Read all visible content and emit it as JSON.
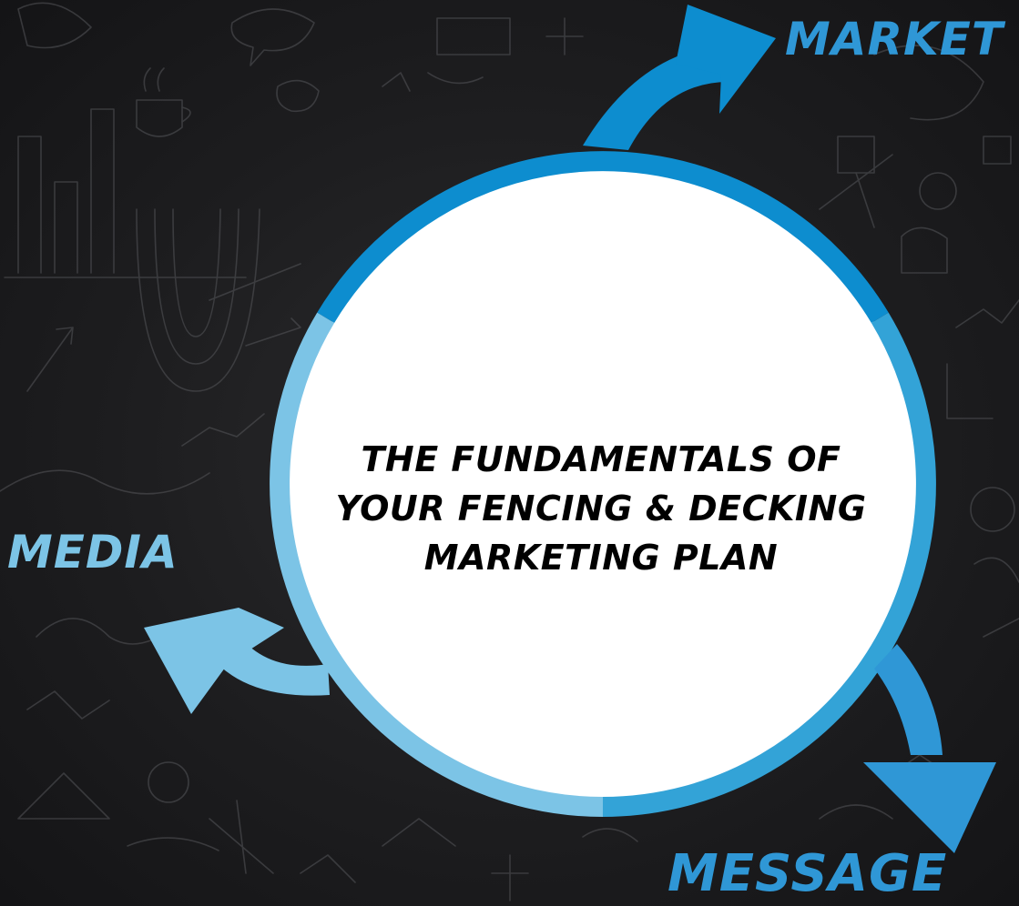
{
  "center_title": {
    "line1": "THE FUNDAMENTALS OF",
    "line2": "YOUR FENCING & DECKING",
    "line3": "MARKETING PLAN"
  },
  "labels": {
    "market": "MARKET",
    "media": "MEDIA",
    "message": "MESSAGE"
  },
  "colors": {
    "background": "#1c1c1e",
    "ring_dark_blue": "#0d8dcf",
    "ring_mid_blue": "#33a3d7",
    "ring_light_blue": "#7cc4e6",
    "center_fill": "#ffffff",
    "center_text": "#000000",
    "sketch_lines": "#5a5a5c"
  }
}
